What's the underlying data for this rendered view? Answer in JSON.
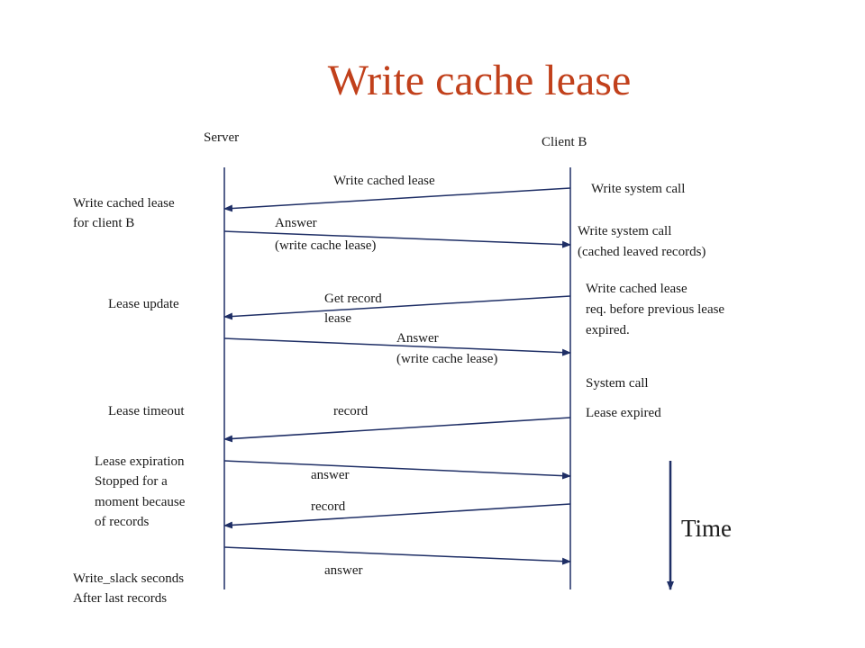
{
  "title": "Write cache lease",
  "participants": {
    "server": "Server",
    "client": "Client B"
  },
  "server_notes": [
    "Write cached lease",
    "for client B",
    "Lease update",
    "Lease timeout",
    "Lease expiration",
    "Stopped for a",
    "moment because",
    "of records",
    "Write_slack seconds",
    "After last records"
  ],
  "client_notes": [
    "Write system call",
    "Write system call",
    "(cached leaved records)",
    "Write cached lease",
    "req. before previous lease",
    "expired.",
    "System call",
    "Lease expired"
  ],
  "messages": [
    "Write cached lease",
    "Answer",
    "(write cache lease)",
    "Get record",
    "lease",
    "Answer",
    "(write cache lease)",
    "record",
    "answer",
    "record",
    "answer"
  ],
  "time_label": "Time",
  "colors": {
    "title": "#c1401b",
    "arrows": "#1f2f66",
    "lifelines": "#1f2f66"
  }
}
